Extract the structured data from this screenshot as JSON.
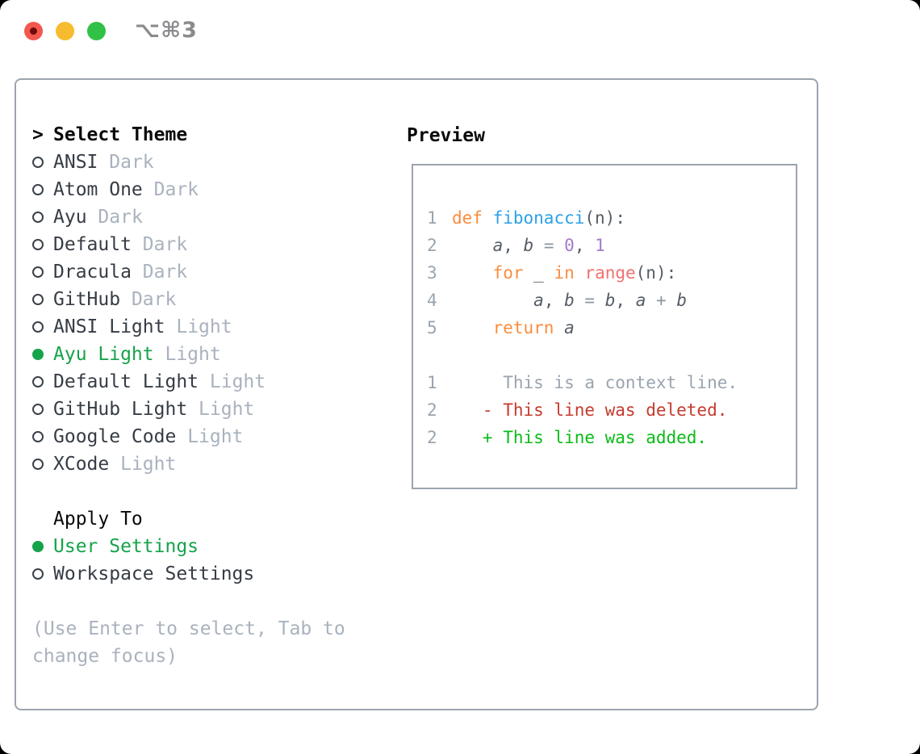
{
  "window": {
    "title": "⌥⌘3"
  },
  "titlebar": {
    "buttons": [
      {
        "name": "close",
        "color": "#F4574E"
      },
      {
        "name": "minimize",
        "color": "#F6BB2F"
      },
      {
        "name": "zoom",
        "color": "#31C146"
      }
    ]
  },
  "sidebar": {
    "prompt": ">",
    "header": "Select Theme",
    "themes": [
      {
        "name": "ANSI",
        "variant": "Dark",
        "selected": false
      },
      {
        "name": "Atom One",
        "variant": "Dark",
        "selected": false
      },
      {
        "name": "Ayu",
        "variant": "Dark",
        "selected": false
      },
      {
        "name": "Default",
        "variant": "Dark",
        "selected": false
      },
      {
        "name": "Dracula",
        "variant": "Dark",
        "selected": false
      },
      {
        "name": "GitHub",
        "variant": "Dark",
        "selected": false
      },
      {
        "name": "ANSI Light",
        "variant": "Light",
        "selected": false
      },
      {
        "name": "Ayu Light",
        "variant": "Light",
        "selected": true
      },
      {
        "name": "Default Light",
        "variant": "Light",
        "selected": false
      },
      {
        "name": "GitHub Light",
        "variant": "Light",
        "selected": false
      },
      {
        "name": "Google Code",
        "variant": "Light",
        "selected": false
      },
      {
        "name": "XCode",
        "variant": "Light",
        "selected": false
      }
    ],
    "apply_to": {
      "header": "Apply To",
      "options": [
        {
          "label": "User Settings",
          "selected": true
        },
        {
          "label": "Workspace Settings",
          "selected": false
        }
      ]
    },
    "hint": "(Use Enter to select, Tab to change focus)"
  },
  "preview": {
    "title": "Preview",
    "lines": [
      {
        "num": "1",
        "segments": [
          [
            "def",
            "kw"
          ],
          [
            " ",
            "tx"
          ],
          [
            "fibonacci",
            "fn"
          ],
          [
            "(n):",
            "tx"
          ]
        ]
      },
      {
        "num": "2",
        "segments": [
          [
            "    ",
            "tx"
          ],
          [
            "a",
            "var"
          ],
          [
            ", ",
            "tx"
          ],
          [
            "b",
            "var"
          ],
          [
            " ",
            "tx"
          ],
          [
            "=",
            "op"
          ],
          [
            " ",
            "tx"
          ],
          [
            "0",
            "lit"
          ],
          [
            ", ",
            "tx"
          ],
          [
            "1",
            "lit"
          ]
        ]
      },
      {
        "num": "3",
        "segments": [
          [
            "    ",
            "tx"
          ],
          [
            "for",
            "kw"
          ],
          [
            " ",
            "tx"
          ],
          [
            "_",
            "tx"
          ],
          [
            " ",
            "tx"
          ],
          [
            "in",
            "kw"
          ],
          [
            " ",
            "tx"
          ],
          [
            "range",
            "rng"
          ],
          [
            "(n):",
            "tx"
          ]
        ]
      },
      {
        "num": "4",
        "segments": [
          [
            "        ",
            "tx"
          ],
          [
            "a",
            "var"
          ],
          [
            ", ",
            "tx"
          ],
          [
            "b",
            "var"
          ],
          [
            " ",
            "tx"
          ],
          [
            "=",
            "op"
          ],
          [
            " ",
            "tx"
          ],
          [
            "b",
            "var"
          ],
          [
            ", ",
            "tx"
          ],
          [
            "a",
            "var"
          ],
          [
            " ",
            "tx"
          ],
          [
            "+",
            "op"
          ],
          [
            " ",
            "tx"
          ],
          [
            "b",
            "var"
          ]
        ]
      },
      {
        "num": "5",
        "segments": [
          [
            "    ",
            "tx"
          ],
          [
            "return",
            "kw"
          ],
          [
            " ",
            "tx"
          ],
          [
            "a",
            "var"
          ]
        ]
      },
      {
        "num": "",
        "segments": []
      },
      {
        "num": "1",
        "segments": [
          [
            "     This is a context line.",
            "ctx"
          ]
        ]
      },
      {
        "num": "2",
        "segments": [
          [
            "   - This line was deleted.",
            "del"
          ]
        ]
      },
      {
        "num": "2",
        "segments": [
          [
            "   + This line was added.",
            "add"
          ]
        ]
      }
    ]
  },
  "colors": {
    "accent_selected_green": "#16A34A",
    "panel_border": "#9CA4AF",
    "muted_text": "#A9B2BE",
    "item_text": "#363C45",
    "syntax_keyword_orange": "#FA8D3E",
    "syntax_function_blue": "#2AA1E8",
    "syntax_builtin_coral": "#F07171",
    "syntax_number_purple": "#A37ACC",
    "diff_deleted_red": "#C53B2E",
    "diff_added_green": "#0BBB17",
    "traffic_red": "#F4574E",
    "traffic_yellow": "#F6BB2F",
    "traffic_green": "#31C146"
  }
}
